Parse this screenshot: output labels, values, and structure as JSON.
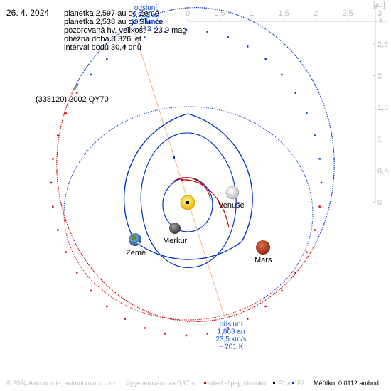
{
  "header": {
    "date": "26. 4. 2024",
    "info_lines": [
      "planetka 2,597 au od Země",
      "planetka 2,538 au od Slunce",
      "pozorovaná hv. velikost ~ 23,9 mag",
      "oběžná doba 3,326 let",
      "interval bodů 30,4 dnů"
    ]
  },
  "axis": {
    "unit_label": "[au]",
    "x_letter": "x",
    "y_letter": "y",
    "x_ticks": [
      "0",
      "0,5",
      "1",
      "1,5",
      "2",
      "2,5",
      "3"
    ],
    "y_ticks": [
      "2,5",
      "2",
      "1,5",
      "1",
      "0,5",
      "0"
    ]
  },
  "labels": {
    "asteroid": "(338120) 2002 QY70",
    "earth": "Země",
    "mercury": "Merkur",
    "venus": "Venuše",
    "mars": "Mars",
    "aphelion_lines": [
      "odsluní",
      "3,213 au",
      "18,6 km/s",
      "~ 113 K"
    ],
    "perihelion_lines": [
      "přísluní",
      "1,863 au",
      "23,5 km/s",
      "~ 201 K"
    ]
  },
  "footer": {
    "copyright": "© 2024 Astronomia, astronomia.zcu.cz",
    "generated": "Vygenerováno za 0,17 s",
    "legend_center": "střed elipsy, ohnisko",
    "legend_f1": "F1 a",
    "legend_f2": "F2",
    "scale": "Měřítko: 0,0112 au/bod"
  },
  "colors": {
    "orbit_blue": "#0033cc",
    "orbit_red": "#cc0000",
    "apsis_line": "#f4b38a",
    "sun": "#ffcc00",
    "footer_text": "#bbbbbb",
    "tick_text": "#bbbbbb",
    "apsis_text": "#1a4fd6"
  }
}
